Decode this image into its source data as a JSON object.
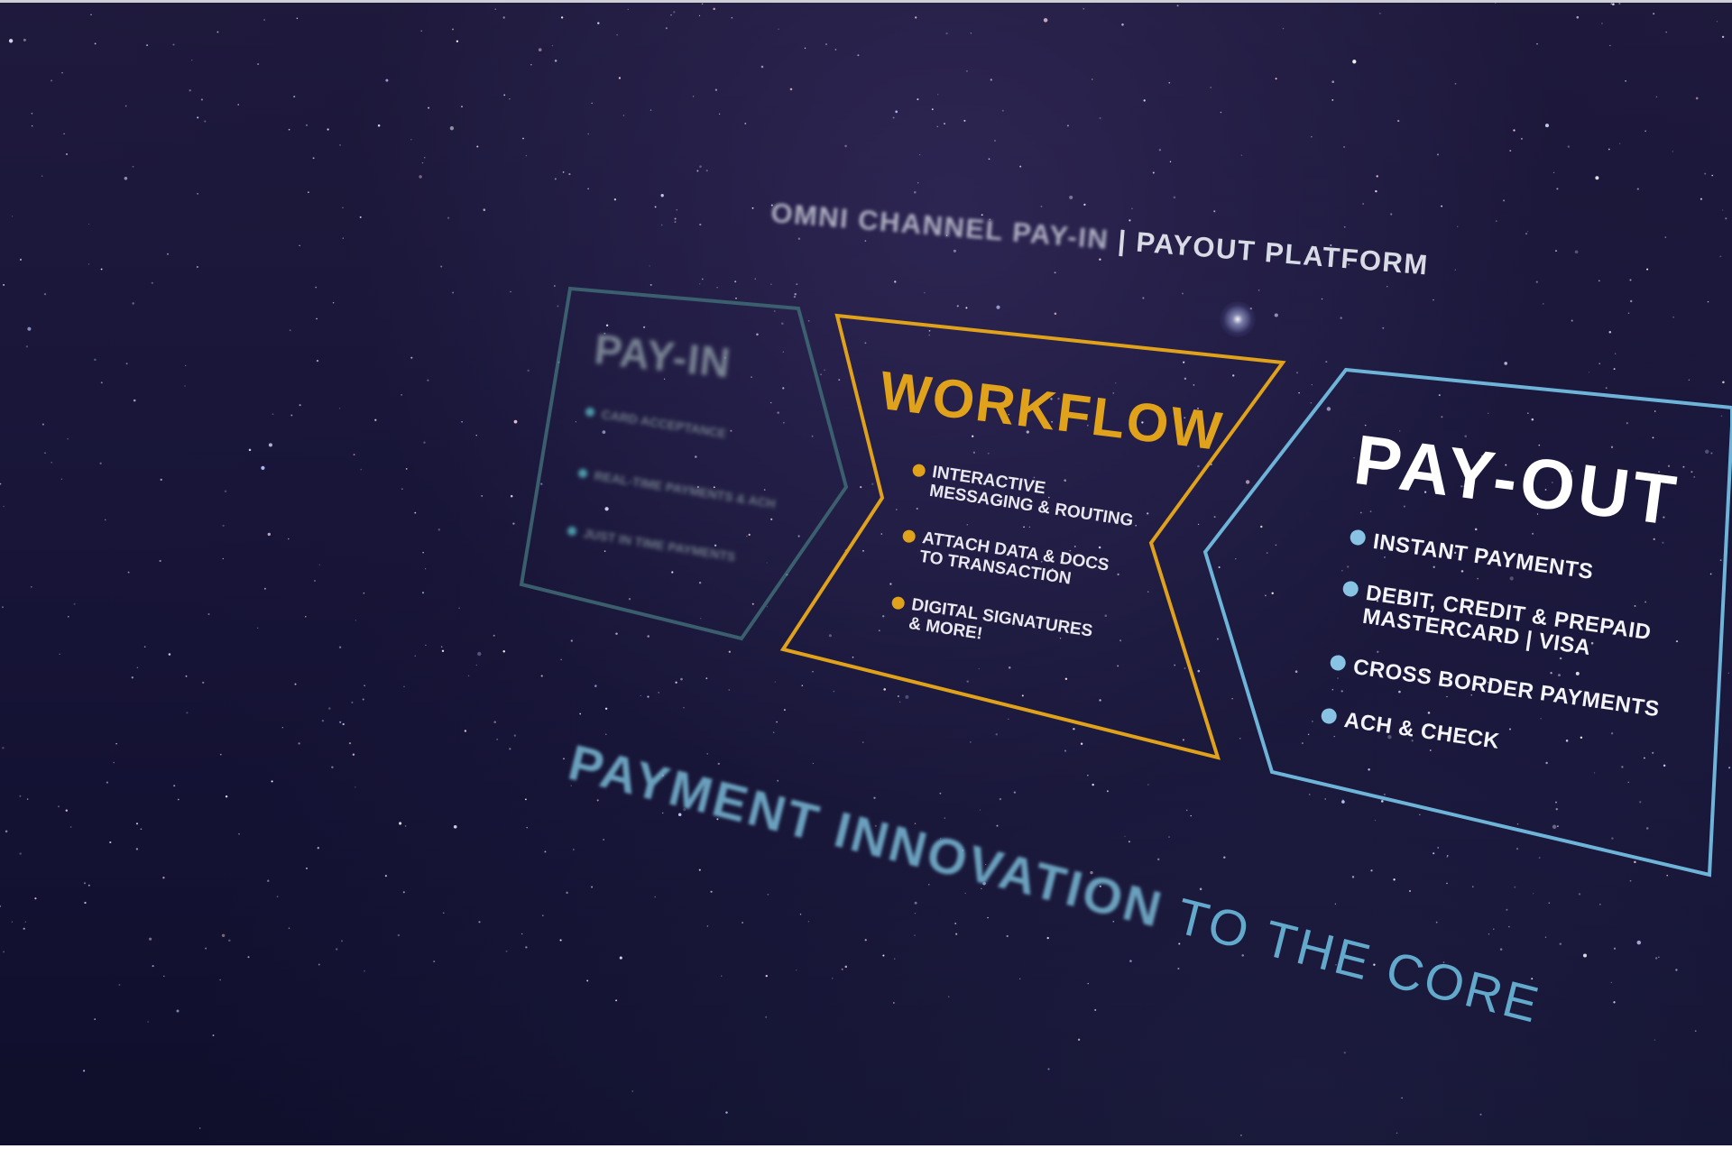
{
  "header": {
    "title_dim": "OMNI CHANNEL PAY-IN",
    "title_sep": " | ",
    "title_main": "PAYOUT PLATFORM"
  },
  "payin": {
    "title": "PAY-IN",
    "items": [
      "CARD ACCEPTANCE",
      "REAL-TIME PAYMENTS & ACH",
      "JUST IN TIME PAYMENTS"
    ]
  },
  "workflow": {
    "title": "WORKFLOW",
    "items": [
      "INTERACTIVE\nMESSAGING & ROUTING",
      "ATTACH DATA & DOCS\nTO TRANSACTION",
      "DIGITAL SIGNATURES\n& MORE!"
    ]
  },
  "payout": {
    "title": "PAY-OUT",
    "items": [
      "INSTANT PAYMENTS",
      "DEBIT, CREDIT & PREPAID\nMASTERCARD | VISA",
      "CROSS BORDER PAYMENTS",
      "ACH & CHECK"
    ]
  },
  "tagline": {
    "strong": "PAYMENT INNOVATION",
    "light": " TO THE CORE"
  },
  "colors": {
    "background": "#19163a",
    "payin_outline": "#3f6b76",
    "workflow_outline": "#e0a11b",
    "payout_outline": "#6eb4d8",
    "tagline_accent": "#63a9cc"
  }
}
